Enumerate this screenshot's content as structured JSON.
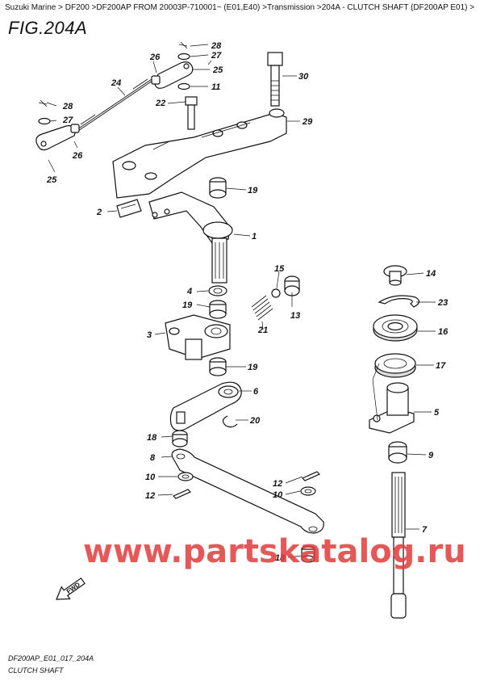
{
  "breadcrumb": "Suzuki Marine > DF200 >DF200AP FROM 20003P-710001~ (E01,E40) >Transmission >204A - CLUTCH SHAFT (DF200AP E01) >",
  "figure_title": "FIG.204A",
  "footer": {
    "code": "DF200AP_E01_017_204A",
    "name": "CLUTCH SHAFT"
  },
  "watermark": "www.partskatalog.ru",
  "fwd_label": "FWD",
  "callouts": {
    "c1": "1",
    "c2": "2",
    "c3": "3",
    "c4": "4",
    "c5": "5",
    "c6": "6",
    "c7": "7",
    "c8": "8",
    "c9": "9",
    "c10a": "10",
    "c10b": "10",
    "c11": "11",
    "c12a": "12",
    "c12b": "12",
    "c13": "13",
    "c14": "14",
    "c15": "15",
    "c16": "16",
    "c17": "17",
    "c18a": "18",
    "c18b": "18",
    "c19a": "19",
    "c19b": "19",
    "c19c": "19",
    "c20": "20",
    "c21": "21",
    "c22": "22",
    "c23": "23",
    "c24": "24",
    "c25a": "25",
    "c25b": "25",
    "c26a": "26",
    "c26b": "26",
    "c27a": "27",
    "c27b": "27",
    "c28a": "28",
    "c28b": "28",
    "c29": "29",
    "c30": "30"
  }
}
